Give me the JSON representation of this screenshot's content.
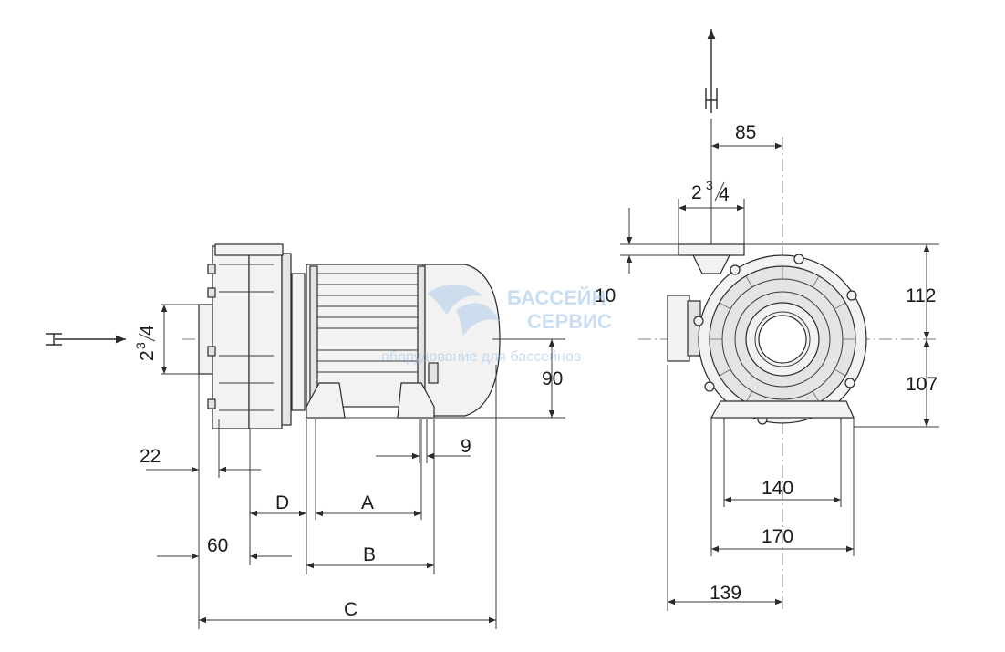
{
  "dimensions": {
    "d85": "85",
    "d2_3_4_top_whole": "2",
    "d2_3_4_top_frac_num": "3",
    "d2_3_4_top_frac_den": "4",
    "d10": "10",
    "d112": "112",
    "d107": "107",
    "d140": "140",
    "d170": "170",
    "d139": "139",
    "d22": "22",
    "d60": "60",
    "d90": "90",
    "d9": "9",
    "dA": "A",
    "dB": "B",
    "dC": "C",
    "dD": "D",
    "d2_3_4_side_whole": "2",
    "d2_3_4_side_frac_num": "3",
    "d2_3_4_side_frac_den": "4"
  },
  "watermark": {
    "line1": "БАССЕЙН",
    "line2": "СЕРВИС",
    "line3": "оборудование для бассейнов"
  }
}
